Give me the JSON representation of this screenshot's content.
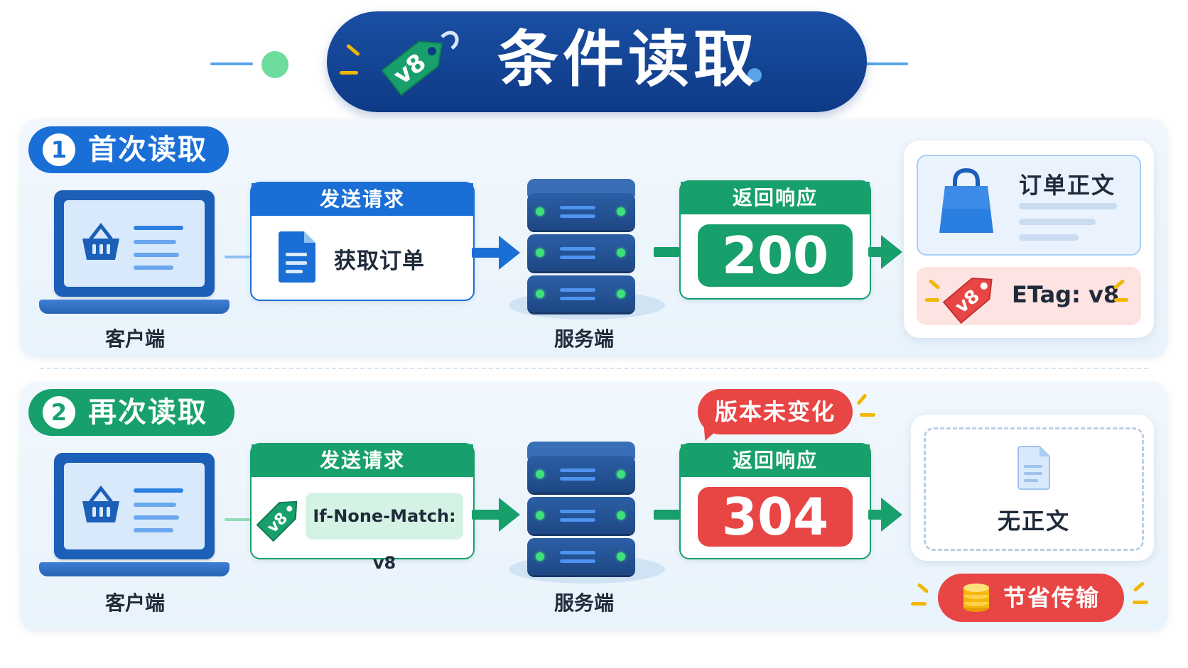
{
  "header": {
    "title": "条件读取",
    "tag": "v8",
    "colors": {
      "pill": "#0e3a86",
      "green": "#17a06b",
      "blue": "#1a6fd6",
      "red": "#e84545"
    }
  },
  "sections": [
    {
      "number": "1",
      "label": "首次读取",
      "client_label": "客户端",
      "server_label": "服务端",
      "request_title": "发送请求",
      "request_body": "获取订单",
      "response_title": "返回响应",
      "status_code": "200",
      "result_title": "订单正文",
      "etag": "ETag: v8",
      "etag_tag": "v8"
    },
    {
      "number": "2",
      "label": "再次读取",
      "client_label": "客户端",
      "server_label": "服务端",
      "request_title": "发送请求",
      "request_header": "If-None-Match: v8",
      "request_tag": "v8",
      "callout": "版本未变化",
      "response_title": "返回响应",
      "status_code": "304",
      "result_title": "无正文",
      "saving_badge": "节省传输"
    }
  ]
}
